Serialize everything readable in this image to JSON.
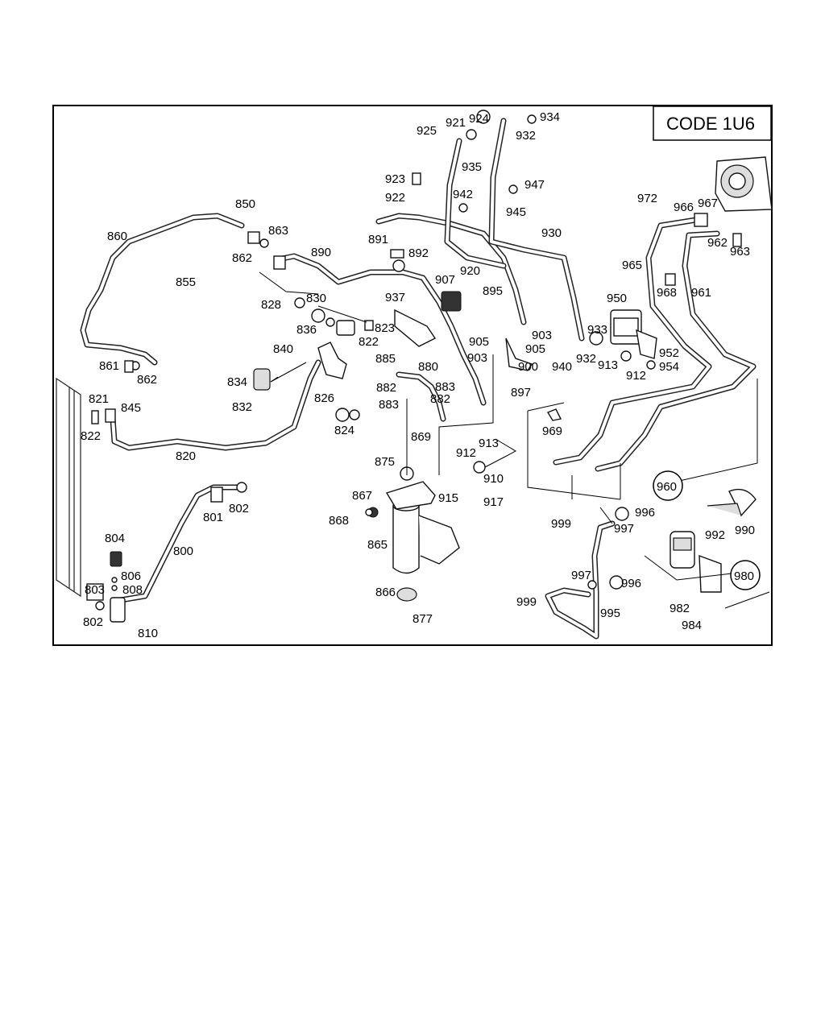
{
  "code_label": "CODE 1U6",
  "circled_labels": [
    "960",
    "980"
  ],
  "part_labels": [
    {
      "id": "850"
    },
    {
      "id": "860"
    },
    {
      "id": "863"
    },
    {
      "id": "862"
    },
    {
      "id": "890"
    },
    {
      "id": "855"
    },
    {
      "id": "828"
    },
    {
      "id": "830"
    },
    {
      "id": "836"
    },
    {
      "id": "823"
    },
    {
      "id": "822"
    },
    {
      "id": "840"
    },
    {
      "id": "861"
    },
    {
      "id": "862"
    },
    {
      "id": "834"
    },
    {
      "id": "826"
    },
    {
      "id": "832"
    },
    {
      "id": "824"
    },
    {
      "id": "821"
    },
    {
      "id": "845"
    },
    {
      "id": "822"
    },
    {
      "id": "820"
    },
    {
      "id": "925"
    },
    {
      "id": "921"
    },
    {
      "id": "924"
    },
    {
      "id": "935"
    },
    {
      "id": "934"
    },
    {
      "id": "932"
    },
    {
      "id": "923"
    },
    {
      "id": "922"
    },
    {
      "id": "942"
    },
    {
      "id": "947"
    },
    {
      "id": "945"
    },
    {
      "id": "891"
    },
    {
      "id": "892"
    },
    {
      "id": "930"
    },
    {
      "id": "920"
    },
    {
      "id": "907"
    },
    {
      "id": "895"
    },
    {
      "id": "937"
    },
    {
      "id": "885"
    },
    {
      "id": "880"
    },
    {
      "id": "882"
    },
    {
      "id": "883"
    },
    {
      "id": "883"
    },
    {
      "id": "882"
    },
    {
      "id": "905"
    },
    {
      "id": "903"
    },
    {
      "id": "903"
    },
    {
      "id": "905"
    },
    {
      "id": "900"
    },
    {
      "id": "897"
    },
    {
      "id": "869"
    },
    {
      "id": "875"
    },
    {
      "id": "912"
    },
    {
      "id": "913"
    },
    {
      "id": "910"
    },
    {
      "id": "915"
    },
    {
      "id": "917"
    },
    {
      "id": "867"
    },
    {
      "id": "868"
    },
    {
      "id": "865"
    },
    {
      "id": "866"
    },
    {
      "id": "877"
    },
    {
      "id": "972"
    },
    {
      "id": "966"
    },
    {
      "id": "967"
    },
    {
      "id": "962"
    },
    {
      "id": "963"
    },
    {
      "id": "965"
    },
    {
      "id": "968"
    },
    {
      "id": "961"
    },
    {
      "id": "950"
    },
    {
      "id": "933"
    },
    {
      "id": "940"
    },
    {
      "id": "932"
    },
    {
      "id": "913"
    },
    {
      "id": "912"
    },
    {
      "id": "952"
    },
    {
      "id": "954"
    },
    {
      "id": "969"
    },
    {
      "id": "999"
    },
    {
      "id": "996"
    },
    {
      "id": "997"
    },
    {
      "id": "992"
    },
    {
      "id": "990"
    },
    {
      "id": "997"
    },
    {
      "id": "996"
    },
    {
      "id": "999"
    },
    {
      "id": "995"
    },
    {
      "id": "982"
    },
    {
      "id": "984"
    },
    {
      "id": "804"
    },
    {
      "id": "806"
    },
    {
      "id": "803"
    },
    {
      "id": "808"
    },
    {
      "id": "802"
    },
    {
      "id": "810"
    },
    {
      "id": "800"
    },
    {
      "id": "801"
    },
    {
      "id": "802"
    }
  ]
}
